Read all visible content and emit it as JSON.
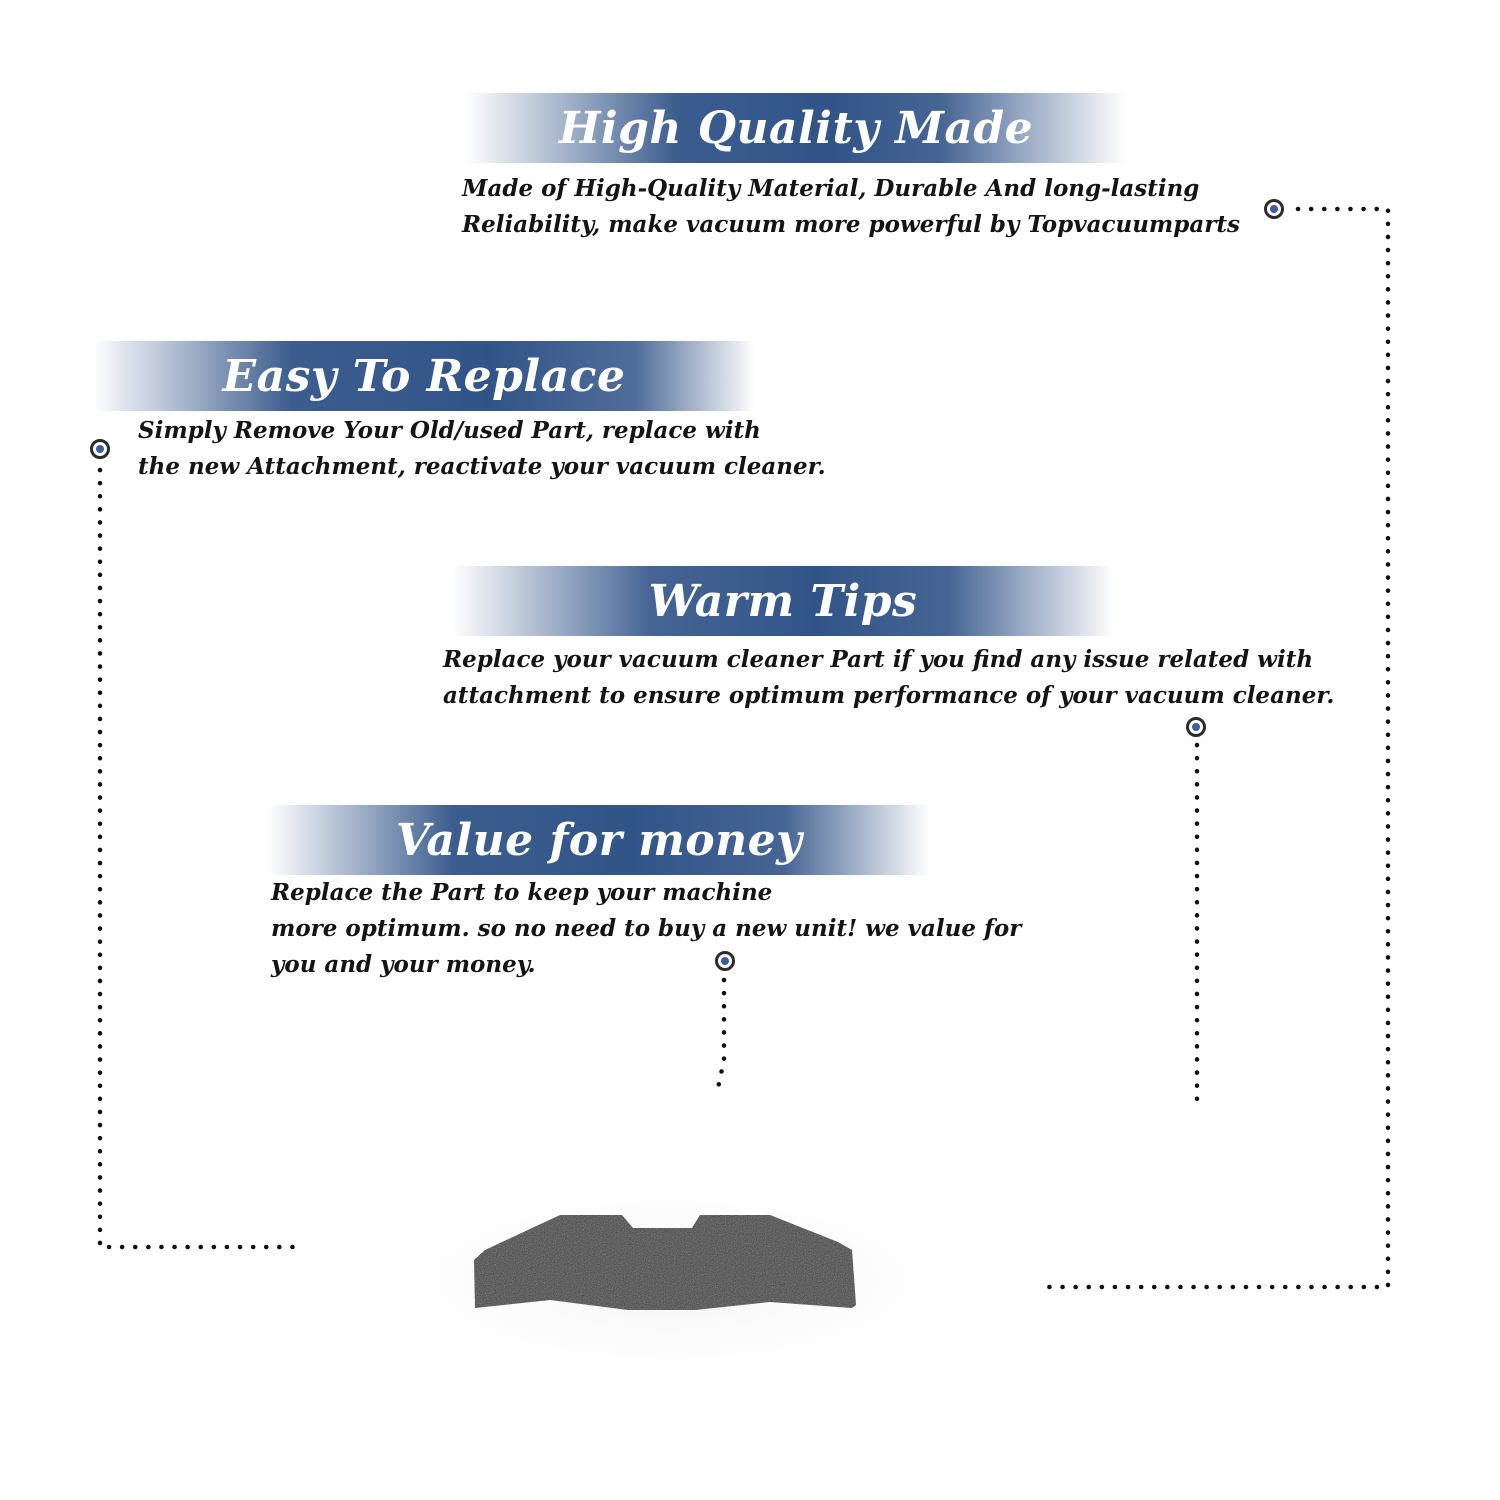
{
  "accent_color": "#315488",
  "marker_color": "#3d5e9b",
  "dots_color": "#111111",
  "product_color": "#3a3a3a",
  "features": [
    {
      "title": "High Quality Made",
      "lines": [
        "Made of  High-Quality Material, Durable And long-lasting",
        "Reliability, make vacuum more powerful by Topvacuumparts"
      ]
    },
    {
      "title": "Easy To Replace",
      "lines": [
        "Simply Remove Your Old/used Part, replace with",
        "the new Attachment, reactivate your vacuum cleaner."
      ]
    },
    {
      "title": "Warm Tips",
      "lines": [
        "Replace your vacuum cleaner Part if you find any issue related with",
        " attachment to ensure optimum performance of your vacuum cleaner."
      ]
    },
    {
      "title": "Value for money",
      "lines": [
        "Replace the Part to keep your machine",
        "more optimum. so no need to buy a new unit! we value for",
        "you and your money."
      ]
    }
  ],
  "icons": {
    "marker": "target-dot-icon",
    "product": "foam-filter-image"
  }
}
